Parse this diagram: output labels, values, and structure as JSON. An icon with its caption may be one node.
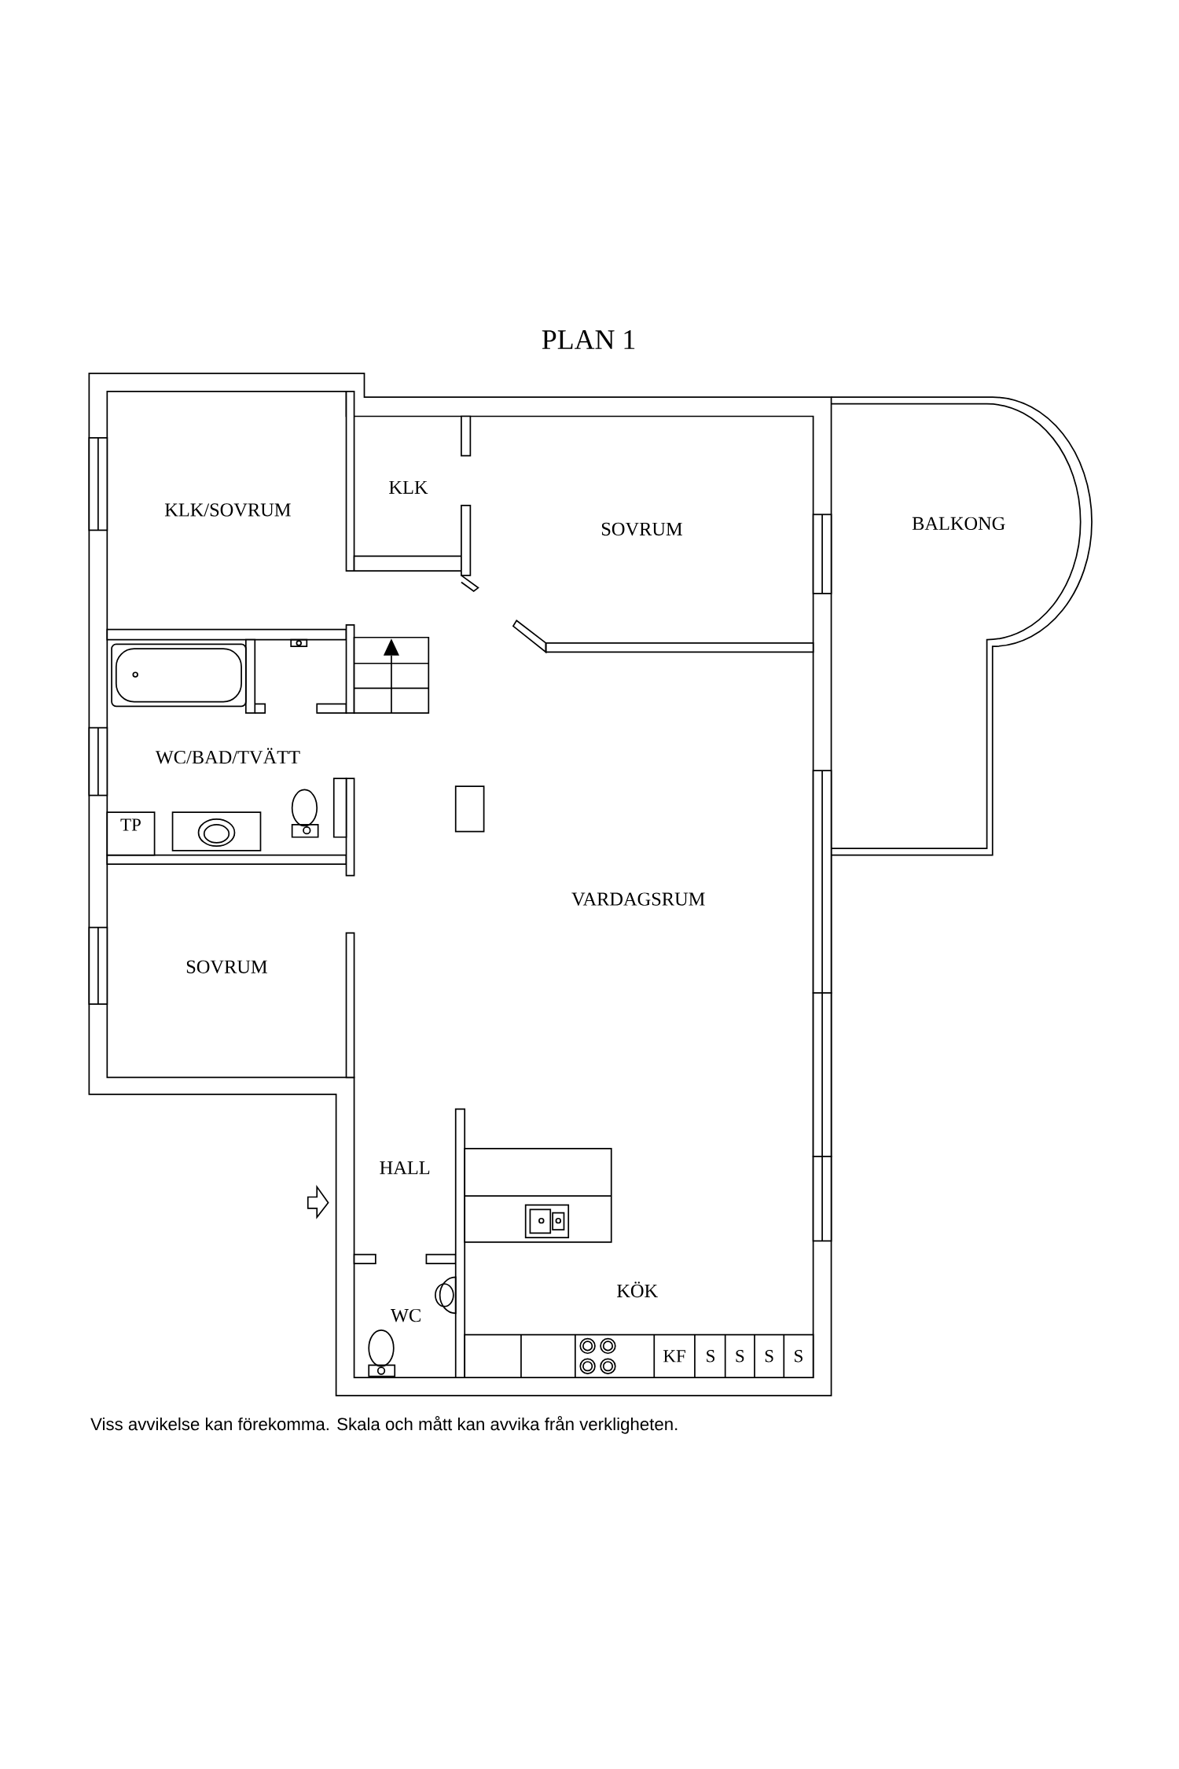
{
  "diagram": {
    "title": "PLAN 1",
    "caption": "Viss avvikelse kan förekomma. Skala och mått kan avvika från verkligheten.",
    "labels": [
      "KLK/SOVRUM",
      "KLK",
      "SOVRUM",
      "BALKONG",
      "WC/BAD/TVÄTT",
      "TP",
      "VARDAGSRUM",
      "SOVRUM",
      "HALL",
      "KÖK",
      "WC",
      "KF",
      "S",
      "S",
      "S",
      "S"
    ]
  }
}
